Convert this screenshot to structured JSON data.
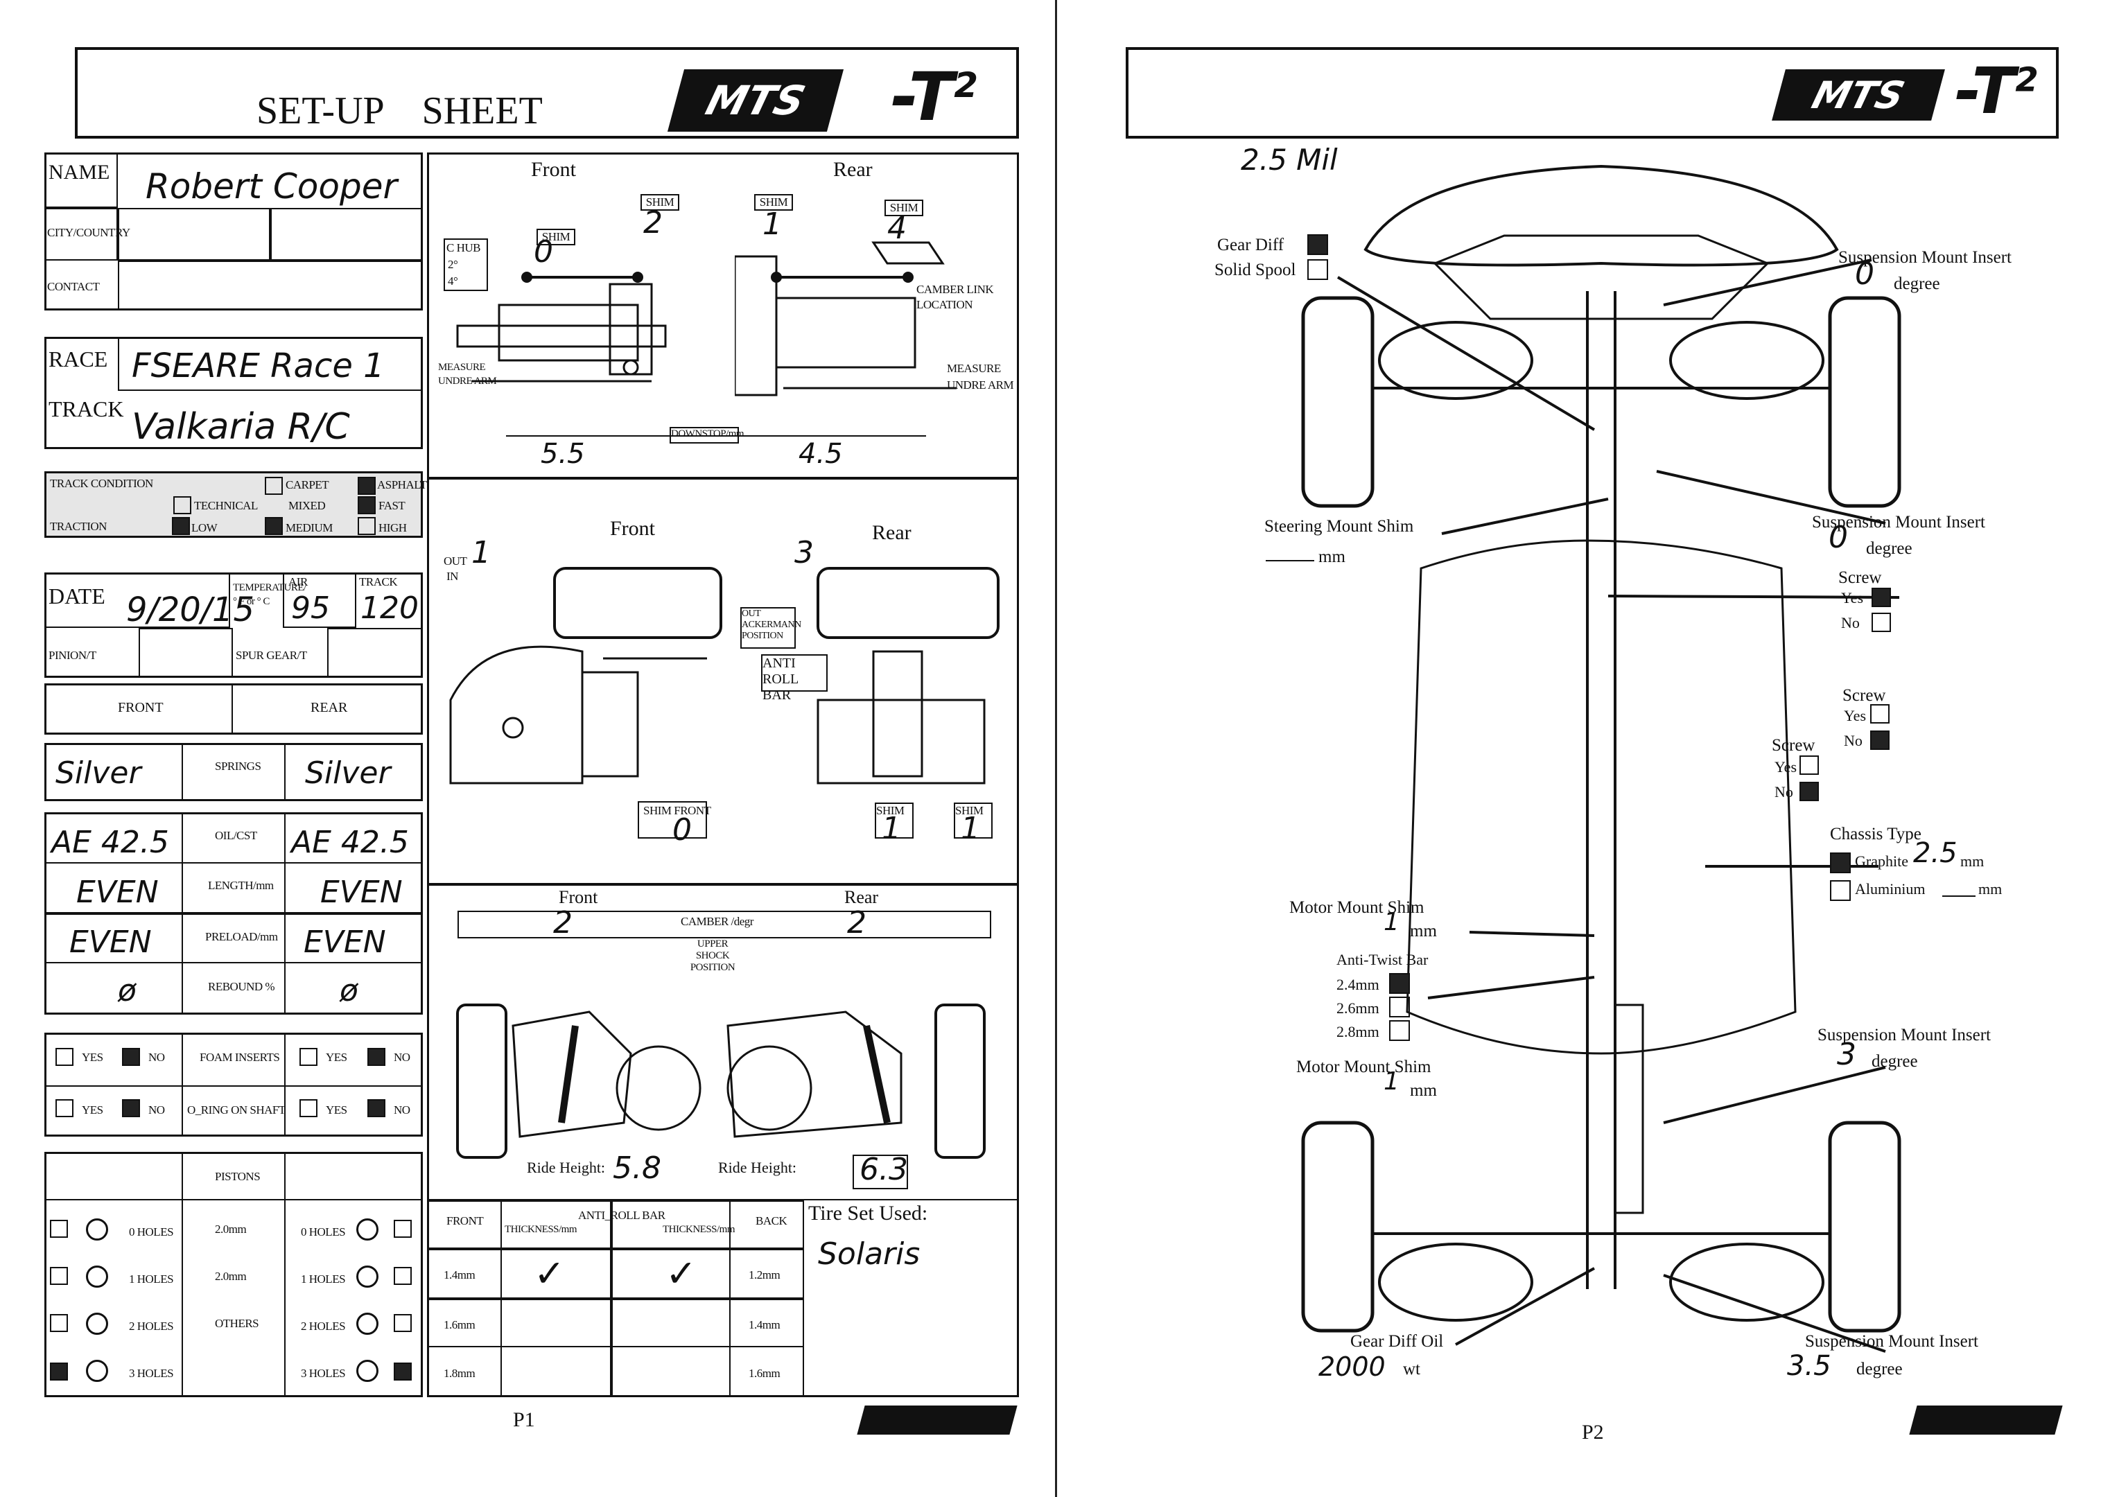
{
  "p1": {
    "title": "SET-UP    SHEET",
    "brand": "MTS",
    "model": "-T",
    "model_sup": "2",
    "name_label": "NAME",
    "name_value": "Robert Cooper",
    "city_label": "CITY/COUNTRY",
    "contact_label": "CONTACT",
    "race_label": "RACE",
    "race_value": "FSEARE Race 1",
    "track_label": "TRACK",
    "track_value": "Valkaria R/C",
    "track_condition_label": "TRACK CONDITION",
    "technical_label": "TECHNICAL",
    "carpet_label": "CARPET",
    "mixed_label": "MIXED",
    "asphalt_label": "ASPHALT",
    "fast_label": "FAST",
    "traction_label": "TRACTION",
    "low_label": "LOW",
    "medium_label": "MEDIUM",
    "high_label": "HIGH",
    "date_label": "DATE",
    "date_value": "9/20/15",
    "temp_label": "TEMPERATURE/",
    "temp_unit": "° F or ° C",
    "air_label": "AIR",
    "air_value": "95",
    "track_temp_label": "TRACK",
    "track_temp_value": "120",
    "pinion_label": "PINION/T",
    "spur_label": "SPUR GEAR/T",
    "front_label": "FRONT",
    "rear_label": "REAR",
    "springs_label": "SPRINGS",
    "springs_front": "Silver",
    "springs_rear": "Silver",
    "oil_label": "OIL/CST",
    "oil_front": "AE 42.5",
    "oil_rear": "AE 42.5",
    "length_label": "LENGTH/mm",
    "length_front": "EVEN",
    "length_rear": "EVEN",
    "preload_label": "PRELOAD/mm",
    "preload_front": "EVEN",
    "preload_rear": "EVEN",
    "rebound_label": "REBOUND %",
    "rebound_front": "ø",
    "rebound_rear": "ø",
    "yes_label": "YES",
    "no_label": "NO",
    "foam_label": "FOAM INSERTS",
    "oring_label": "O_RING ON SHAFT",
    "pistons_label": "PISTONS",
    "holes": [
      "0 HOLES",
      "1 HOLES",
      "2 HOLES",
      "3 HOLES"
    ],
    "piston_sizes": [
      "2.0mm",
      "2.0mm",
      "OTHERS"
    ],
    "diag1_front": "Front",
    "diag1_rear": "Rear",
    "shim": "SHIM",
    "shim_front_val": "0",
    "shim_front2_val": "2",
    "shim_rear1_val": "1",
    "shim_rear2_val": "4",
    "c_hub": "C HUB",
    "c_hub_2": "2°",
    "c_hub_4": "4°",
    "camber_link": "CAMBER LINK",
    "location": "LOCATION",
    "measure": "MEASURE",
    "under_arm": "UNDRE ARM",
    "downstop": "DOWNSTOP/mm",
    "downstop_front": "5.5",
    "downstop_rear": "4.5",
    "diag2_front": "Front",
    "diag2_rear": "Rear",
    "out": "OUT",
    "in": "IN",
    "toe_front": "1",
    "toe_rear": "3",
    "ackermann": "OUT ACKERMANN POSITION",
    "anti_roll": "ANTI ROLL BAR",
    "shim_front_label": "SHIM FRONT",
    "shim_front_value": "0",
    "shim_rear_a": "1",
    "shim_rear_b": "1",
    "diag3_front": "Front",
    "diag3_rear": "Rear",
    "camber_label": "CAMBER /degr",
    "camber_front": "2",
    "camber_rear": "2",
    "upper_shock": "UPPER SHOCK POSITION",
    "ride_height_label": "Ride Height:",
    "ride_front": "5.8",
    "ride_rear": "6.3",
    "arb_front": "FRONT",
    "arb_back": "BACK",
    "arb_title": "ANTI_ROLL BAR",
    "thickness": "THICKNESS/mm",
    "arb_sizes_front": [
      "1.4mm",
      "1.6mm",
      "1.8mm"
    ],
    "arb_sizes_back": [
      "1.2mm",
      "1.4mm",
      "1.6mm"
    ],
    "check": "✓",
    "tire_label": "Tire Set Used:",
    "tire_value": "Solaris",
    "page_num": "P1"
  },
  "p2": {
    "brand": "MTS",
    "model": "-T",
    "model_sup": "2",
    "note": "2.5 Mil",
    "gear_diff": "Gear Diff",
    "solid_spool": "Solid Spool",
    "susp_mount_1": "Suspension Mount Insert",
    "susp_mount_1_val": "0",
    "degree": "degree",
    "steering_shim": "Steering Mount Shim",
    "mm": "mm",
    "susp_mount_2": "Suspension Mount Insert",
    "susp_mount_2_val": "0",
    "screw": "Screw",
    "yes": "Yes",
    "no": "No",
    "chassis_type": "Chassis Type",
    "graphite": "Graphite",
    "graphite_val": "2.5",
    "aluminium": "Aluminium",
    "motor_mount_1": "Motor Mount Shim",
    "motor_mount_1_val": "1",
    "anti_twist": "Anti-Twist Bar",
    "twist_sizes": [
      "2.4mm",
      "2.6mm",
      "2.8mm"
    ],
    "motor_mount_2": "Motor Mount Shim",
    "motor_mount_2_val": "1",
    "susp_mount_3": "Suspension Mount Insert",
    "susp_mount_3_val": "3",
    "gear_diff_oil": "Gear Diff Oil",
    "gear_diff_oil_val": "2000",
    "wt": "wt",
    "susp_mount_4": "Suspension Mount Insert",
    "susp_mount_4_val": "3.5",
    "page_num": "P2"
  }
}
